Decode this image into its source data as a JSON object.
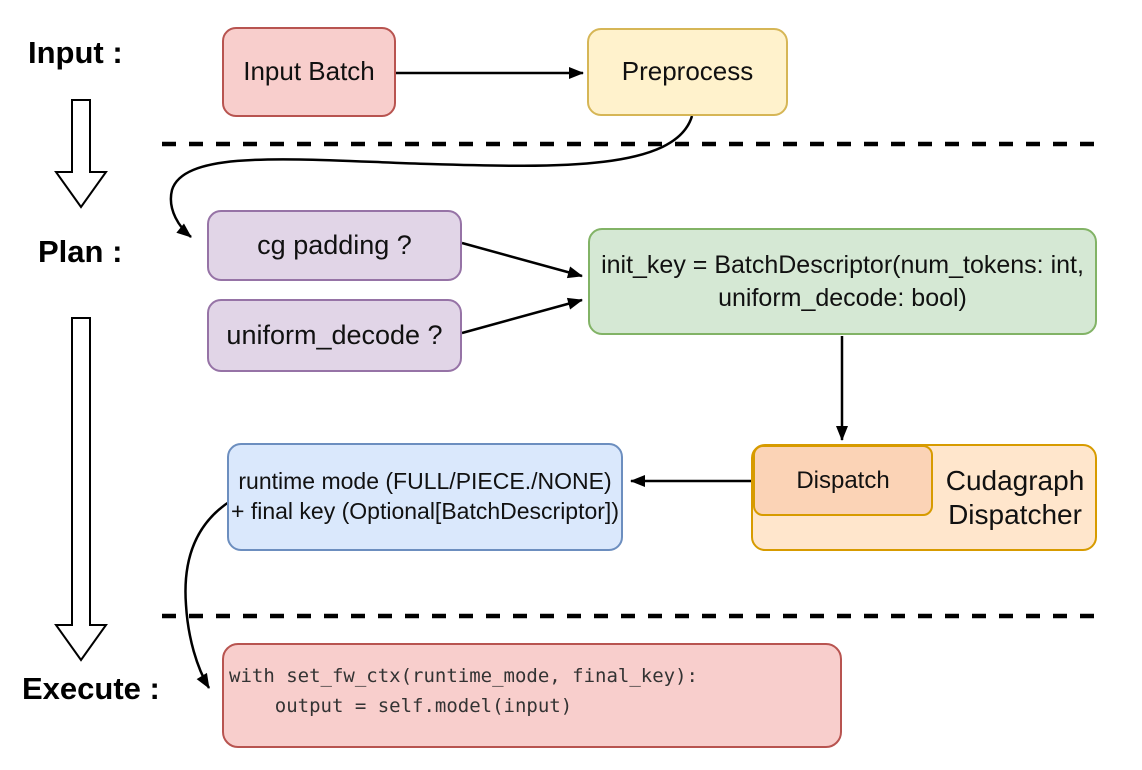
{
  "palette": {
    "red_fill": "#f8cecc",
    "red_stroke": "#b85450",
    "yellow_fill": "#fff2cc",
    "yellow_stroke": "#d6b656",
    "purple_fill": "#e1d5e7",
    "purple_stroke": "#9673a6",
    "green_fill": "#d5e8d4",
    "green_stroke": "#82b366",
    "orange_fill": "#ffe6cc",
    "orange_inner_fill": "#fbd3b6",
    "orange_stroke": "#d79b00",
    "blue_fill": "#dae8fc",
    "blue_stroke": "#6c8ebf",
    "connector": "#000000"
  },
  "section_labels": {
    "input": "Input :",
    "plan": "Plan :",
    "execute": "Execute :"
  },
  "nodes": {
    "input_batch": {
      "label": "Input Batch"
    },
    "preprocess": {
      "label": "Preprocess"
    },
    "cg_padding": {
      "label": "cg padding ?"
    },
    "uniform_decode": {
      "label": "uniform_decode ?"
    },
    "init_key": {
      "line1": "init_key = BatchDescriptor(num_tokens: int,",
      "line2": "uniform_decode: bool)"
    },
    "runtime": {
      "line1": "runtime mode (FULL/PIECE./NONE)",
      "line2": "+ final key (Optional[BatchDescriptor])"
    },
    "dispatch": {
      "label": "Dispatch"
    },
    "dispatcher": {
      "line1": "Cudagraph",
      "line2": "Dispatcher"
    },
    "execute_code": {
      "line1": "with set_fw_ctx(runtime_mode, final_key):",
      "line2": "    output = self.model(input)"
    }
  }
}
